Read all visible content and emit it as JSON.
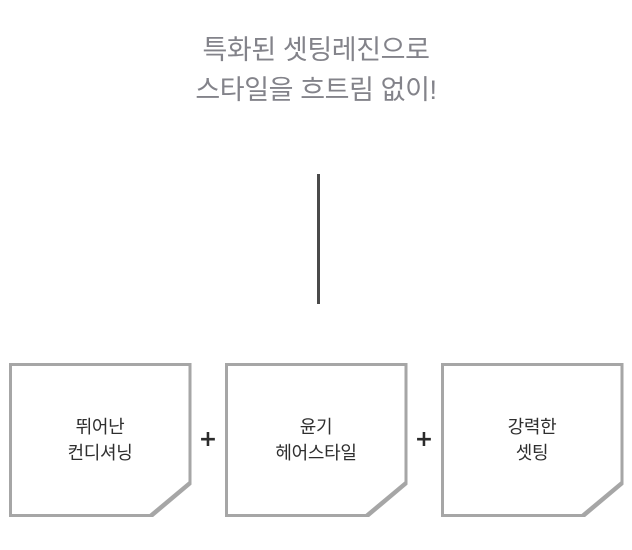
{
  "headline": {
    "line1": "특화된 셋팅레진으로",
    "line2": "스타일을 흐트림 없이!",
    "color": "#83838a"
  },
  "connector": {
    "name": "vertical-connector-line",
    "color": "#4a4a4a"
  },
  "cards": [
    {
      "line1": "뛰어난",
      "line2": "컨디셔닝"
    },
    {
      "line1": "윤기",
      "line2": "헤어스타일"
    },
    {
      "line1": "강력한",
      "line2": "셋팅"
    }
  ],
  "operators": {
    "plus1": "+",
    "plus2": "+"
  },
  "colors": {
    "background": "#ffffff",
    "card_border": "#a6a6a6",
    "card_text": "#2f2f2f",
    "headline_text": "#83838a",
    "plus_text": "#2b2b2b",
    "connector": "#4a4a4a"
  }
}
